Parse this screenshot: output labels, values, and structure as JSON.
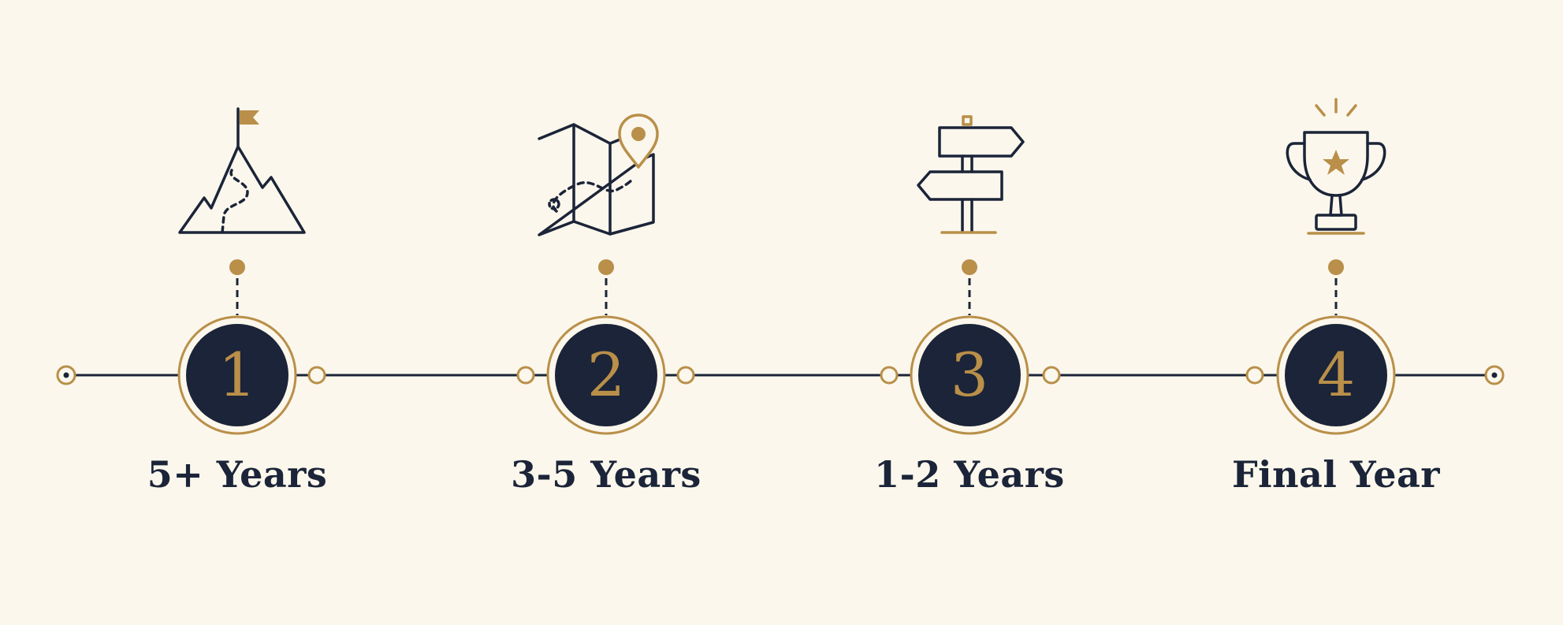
{
  "colors": {
    "navy": "#1b2438",
    "gold": "#b98f49",
    "background": "#fbf7ec"
  },
  "steps": [
    {
      "number": "1",
      "label": "5+ Years",
      "icon": "mountain-flag-icon"
    },
    {
      "number": "2",
      "label": "3-5 Years",
      "icon": "map-pin-icon"
    },
    {
      "number": "3",
      "label": "1-2 Years",
      "icon": "signpost-icon"
    },
    {
      "number": "4",
      "label": "Final Year",
      "icon": "trophy-icon"
    }
  ]
}
